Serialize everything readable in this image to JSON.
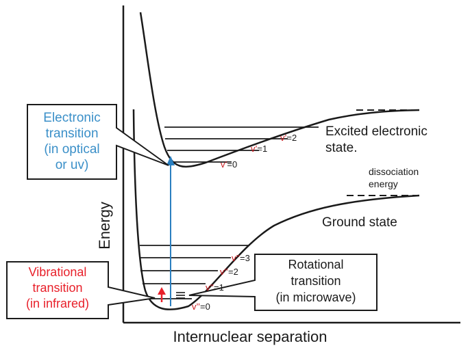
{
  "axes": {
    "x_label": "Internuclear separation",
    "y_label": "Energy"
  },
  "callouts": {
    "electronic": [
      "Electronic",
      "transition",
      "(in optical",
      "or uv)"
    ],
    "vibrational": [
      "Vibrational",
      "transition",
      "(in infrared)"
    ],
    "rotational": [
      "Rotational",
      "transition",
      "(in microwave)"
    ]
  },
  "states": {
    "excited": [
      "Excited electronic",
      "state."
    ],
    "ground": "Ground state",
    "dissociation": [
      "dissociation",
      "energy"
    ]
  },
  "levels": {
    "excited": [
      {
        "prefix": "v’",
        "suffix": "=0"
      },
      {
        "prefix": "v’",
        "suffix": "=1"
      },
      {
        "prefix": "v’",
        "suffix": "=2"
      }
    ],
    "ground": [
      {
        "prefix": "v’’",
        "suffix": "=0"
      },
      {
        "prefix": "v’’",
        "suffix": "=1"
      },
      {
        "prefix": "v’’",
        "suffix": "=2"
      },
      {
        "prefix": "v’’",
        "suffix": "=3"
      }
    ]
  },
  "colors": {
    "electronic_text": "#3a8fc8",
    "vibrational_text": "#e8202a",
    "level_label": "#c8191e",
    "electronic_arrow": "#2a7fc0",
    "vibrational_arrow": "#e8202a",
    "line": "#1a1a1a"
  }
}
